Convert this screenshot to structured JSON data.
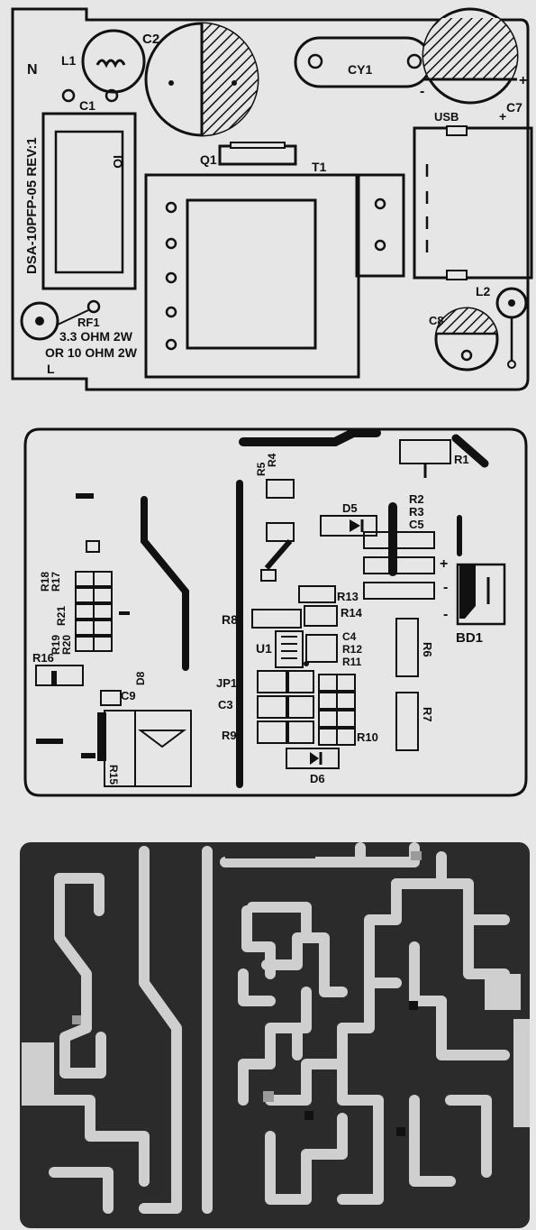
{
  "top_layer": {
    "labels": {
      "n": "N",
      "l1": "L1",
      "c1": "C1",
      "c2": "C2",
      "cy1": "CY1",
      "c7": "C7",
      "usb": "USB",
      "q1": "Q1",
      "t1": "T1",
      "io": "IO",
      "board_id": "DSA-10PFP-05  REV:1",
      "rf1": "RF1",
      "rf1_note1": "3.3 OHM 2W",
      "rf1_note2": "OR 10 OHM 2W",
      "l": "L",
      "l2": "L2",
      "c8": "C8",
      "minus": "-",
      "plus": "+",
      "plus2": "+"
    }
  },
  "middle_layer": {
    "labels": {
      "r4": "R4",
      "r5": "R5",
      "r1": "R1",
      "d5": "D5",
      "r2": "R2",
      "r3": "R3",
      "c5": "C5",
      "r17": "R17",
      "r18": "R18",
      "r21": "R21",
      "r19": "R19",
      "r20": "R20",
      "r13": "R13",
      "r8": "R8",
      "r14": "R14",
      "r16": "R16",
      "u1": "U1",
      "c4": "C4",
      "r12": "R12",
      "r11": "R11",
      "r6": "R6",
      "bd1": "BD1",
      "d8": "D8",
      "jp1": "JP1",
      "c9": "C9",
      "c3": "C3",
      "r7": "R7",
      "r9": "R9",
      "r10": "R10",
      "d6": "D6",
      "r15": "R15",
      "plus": "+",
      "minus": "-",
      "minus2": "-"
    }
  },
  "bottom_layer": {
    "labels": {}
  },
  "colors": {
    "background": "#e6e6e6",
    "ink": "#111111",
    "copper": "#2b2b2b",
    "trace": "#cfcfcf"
  }
}
